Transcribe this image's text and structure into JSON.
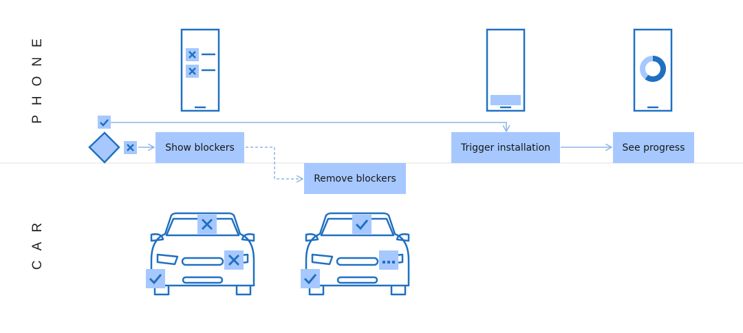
{
  "lanes": {
    "phone": "PHONE",
    "car": "CAR"
  },
  "steps": {
    "show_blockers": "Show blockers",
    "remove_blockers": "Remove blockers",
    "trigger_installation": "Trigger installation",
    "see_progress": "See progress"
  },
  "icons": {
    "decision": "decision-diamond-icon",
    "success": "checkmark-icon",
    "failure": "x-mark-icon",
    "pending": "ellipsis-icon",
    "phone": "phone-icon",
    "car": "car-icon",
    "progress": "progress-ring-icon"
  },
  "colors": {
    "primary": "#0f62fe",
    "stroke": "#1f70c1",
    "fill_light": "#a6c8ff",
    "connector": "#8ab4e8",
    "divider": "#e0e0e0",
    "text": "#161616"
  }
}
